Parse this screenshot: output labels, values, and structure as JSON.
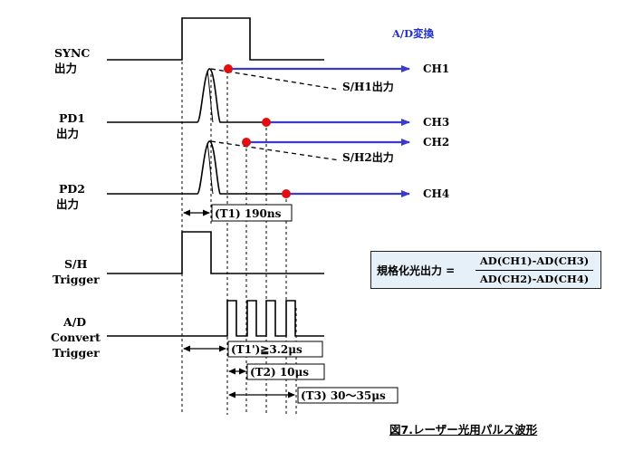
{
  "header": {
    "ad_title": "A/D変換"
  },
  "signals": {
    "sync": {
      "line1": "SYNC",
      "line2": "出力"
    },
    "pd1": {
      "line1": "PD1",
      "line2": "出力"
    },
    "pd2": {
      "line1": "PD2",
      "line2": "出力"
    },
    "sh_trigger": {
      "line1": "S/H",
      "line2": "Trigger"
    },
    "ad_trigger": {
      "line1": "A/D",
      "line2": "Convert",
      "line3": "Trigger"
    }
  },
  "channels": {
    "ch1": "CH1",
    "ch2": "CH2",
    "ch3": "CH3",
    "ch4": "CH4"
  },
  "hold_labels": {
    "sh1": "S/H1出力",
    "sh2": "S/H2出力"
  },
  "timings": {
    "t1": "(T1) 190ns",
    "t1p": "(T1')≧3.2μs",
    "t2": "(T2) 10μs",
    "t3": "(T3) 30～35μs"
  },
  "formula": {
    "lhs": "規格化光出力 =",
    "numerator": "AD(CH1)-AD(CH3)",
    "denominator": "AD(CH2)-AD(CH4)"
  },
  "caption": "図7.レーザー光用パルス波形",
  "colors": {
    "arrow": "#3a3acc",
    "sample_dot": "#e01010",
    "title": "#2432c8",
    "formula_bg": "#e6f0f8"
  }
}
